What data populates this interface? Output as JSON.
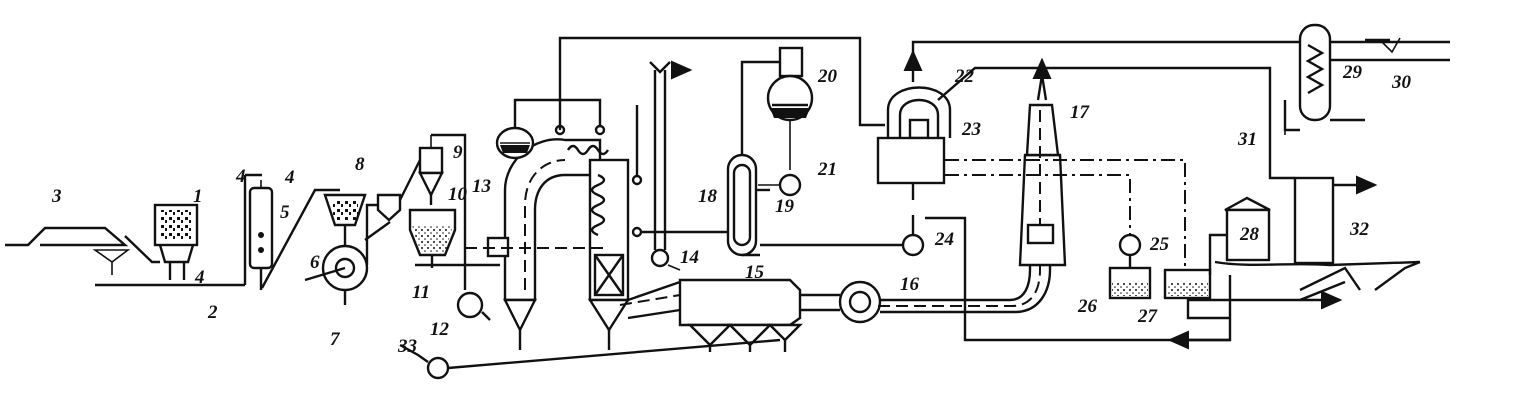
{
  "labels": {
    "l1": "1",
    "l2": "2",
    "l3": "3",
    "l4a": "4",
    "l4b": "4",
    "l4c": "4",
    "l5": "5",
    "l6": "6",
    "l7": "7",
    "l8": "8",
    "l9": "9",
    "l10": "10",
    "l11": "11",
    "l12": "12",
    "l13": "13",
    "l14": "14",
    "l15": "15",
    "l16": "16",
    "l17": "17",
    "l18": "18",
    "l19": "19",
    "l20": "20",
    "l21": "21",
    "l22": "22",
    "l23": "23",
    "l24": "24",
    "l25": "25",
    "l26": "26",
    "l27": "27",
    "l28": "28",
    "l29": "29",
    "l30": "30",
    "l31": "31",
    "l32": "32",
    "l33": "33"
  }
}
